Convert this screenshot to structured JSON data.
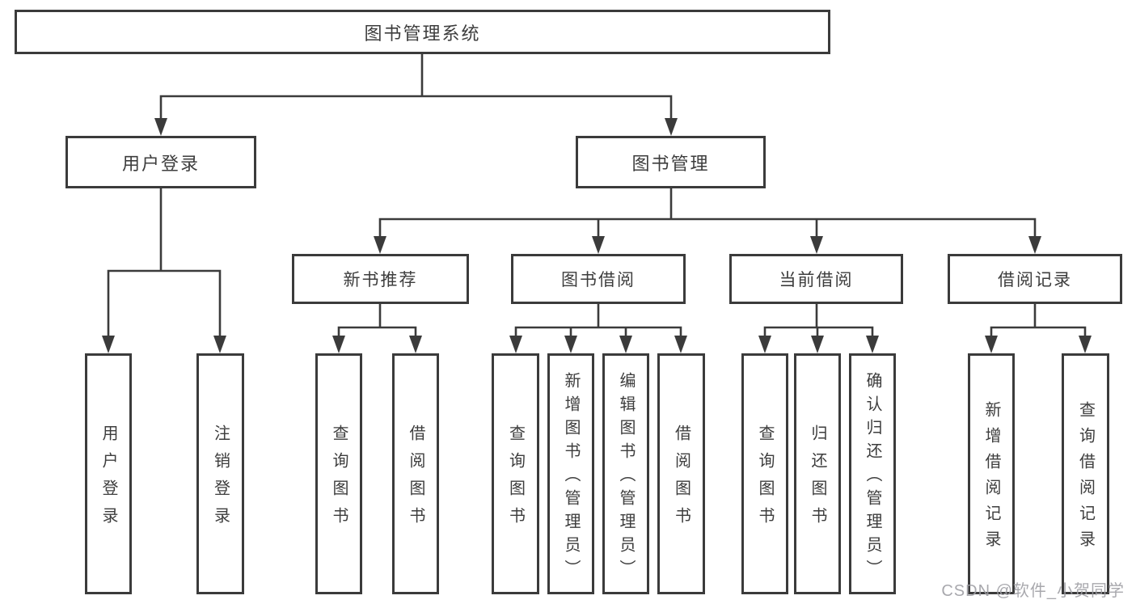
{
  "title": "图书管理系统",
  "watermark": "CSDN @软件_小贺同学",
  "colors": {
    "line": "#3b3b3b",
    "box_border": "#3b3b3b",
    "box_fill": "#ffffff",
    "text": "#3d3d3d",
    "watermark": "#9e9ea4",
    "background": "#ffffff"
  },
  "tree": {
    "label": "图书管理系统",
    "children": [
      {
        "label": "用户登录",
        "children": [
          "用户登录",
          "注销登录"
        ]
      },
      {
        "label": "图书管理",
        "children": [
          {
            "label": "新书推荐",
            "children": [
              "查询图书",
              "借阅图书"
            ]
          },
          {
            "label": "图书借阅",
            "children": [
              "查询图书",
              "新增图书（管理员）",
              "编辑图书（管理员）",
              "借阅图书"
            ]
          },
          {
            "label": "当前借阅",
            "children": [
              "查询图书",
              "归还图书",
              "确认归还（管理员）"
            ]
          },
          {
            "label": "借阅记录",
            "children": [
              "新增借阅记录",
              "查询借阅记录"
            ]
          }
        ]
      }
    ]
  }
}
